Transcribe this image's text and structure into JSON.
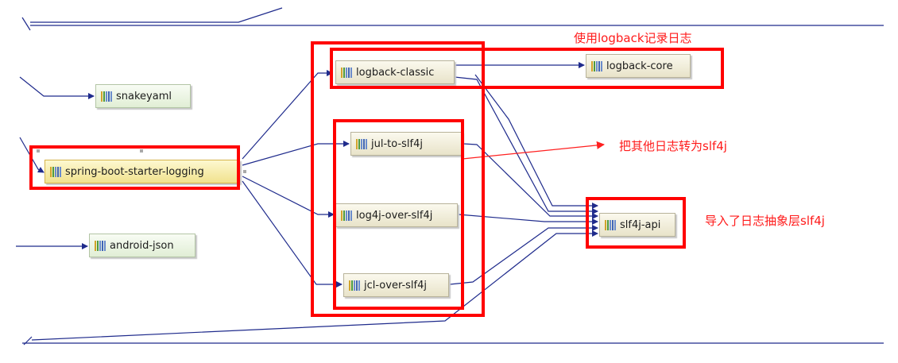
{
  "nodes": {
    "snakeyaml": "snakeyaml",
    "spring_boot_starter_logging": "spring-boot-starter-logging",
    "android_json": "android-json",
    "logback_classic": "logback-classic",
    "logback_core": "logback-core",
    "jul_to_slf4j": "jul-to-slf4j",
    "log4j_over_slf4j": "log4j-over-slf4j",
    "jcl_over_slf4j": "jcl-over-slf4j",
    "slf4j_api": "slf4j-api"
  },
  "annotations": {
    "logback_note": "使用logback记录日志",
    "bridge_note": "把其他日志转为slf4j",
    "slf4j_note": "导入了日志抽象层slf4j"
  },
  "colors": {
    "edge": "#1f2b8c",
    "highlight": "#ff0000",
    "selected_node": "#f1e28e",
    "library_node": "#e8e3c9",
    "other_node": "#e1eed5"
  },
  "icon": "library-jar-icon"
}
